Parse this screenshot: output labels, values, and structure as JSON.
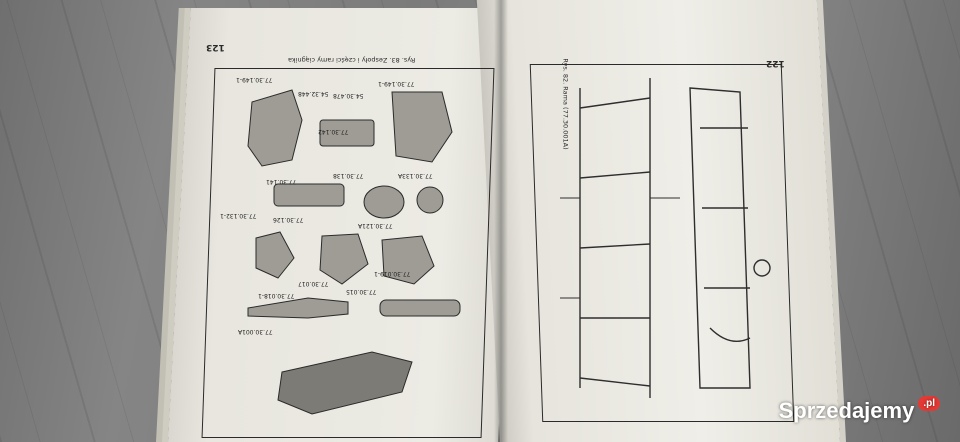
{
  "scene": {
    "description_hidden": false
  },
  "left_page": {
    "page_number": "123",
    "caption": "Rys. 83. Zespoły i części ramy ciągnika",
    "parts": [
      "77.30.149-1",
      "54.30.478",
      "54.32.448",
      "77.30.149-1",
      "77.30.142",
      "77.30.141",
      "77.30.138",
      "77.30.133A",
      "77.30.132-1",
      "77.30.126",
      "77.30.121A",
      "77.30.017",
      "77.30.015",
      "77.30.018-1",
      "77.30.019-1",
      "77.30.001A"
    ]
  },
  "right_page": {
    "page_number": "122",
    "caption": "Rys. 82. Rama (77.30.001A)"
  },
  "watermark": {
    "text": "Sprzedajemy",
    "badge": ".pl"
  }
}
